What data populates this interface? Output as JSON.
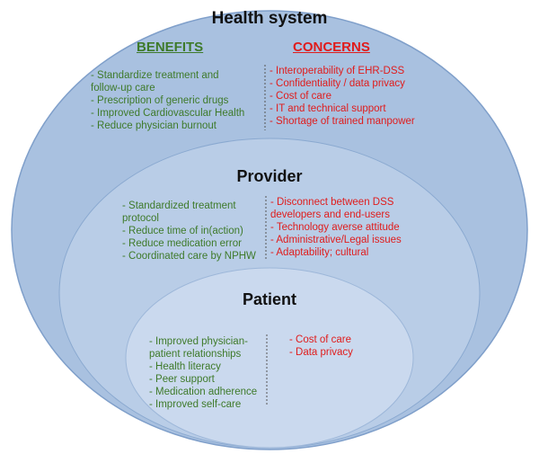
{
  "levels": {
    "health_system": {
      "title": "Health system",
      "benefits_header": "BENEFITS",
      "concerns_header": "CONCERNS",
      "benefits": [
        "- Standardize treatment and",
        "follow-up care",
        "- Prescription of generic drugs",
        "- Improved Cardiovascular Health",
        "- Reduce physician burnout"
      ],
      "concerns": [
        "- Interoperability of EHR-DSS",
        "- Confidentiality / data privacy",
        "- Cost of care",
        "- IT and technical support",
        "- Shortage of trained manpower"
      ]
    },
    "provider": {
      "title": "Provider",
      "benefits": [
        "- Standardized treatment",
        "protocol",
        "- Reduce time of in(action)",
        "- Reduce medication error",
        "- Coordinated care by NPHW"
      ],
      "concerns": [
        "- Disconnect between DSS",
        "developers and end-users",
        "- Technology averse attitude",
        "- Administrative/Legal issues",
        "- Adaptability; cultural"
      ]
    },
    "patient": {
      "title": "Patient",
      "benefits": [
        "- Improved physician-",
        "patient relationships",
        "- Health literacy",
        "- Peer support",
        "- Medication adherence",
        "- Improved self-care"
      ],
      "concerns": [
        "- Cost of care",
        "- Data privacy"
      ]
    }
  },
  "colors": {
    "outer_fill": "#a9c1e0",
    "middle_fill": "#b9cde7",
    "inner_fill": "#cad9ee",
    "ellipse_stroke": "#8aa9d0",
    "benefit_text": "#3e7a2a",
    "concern_text": "#e01c1c"
  }
}
